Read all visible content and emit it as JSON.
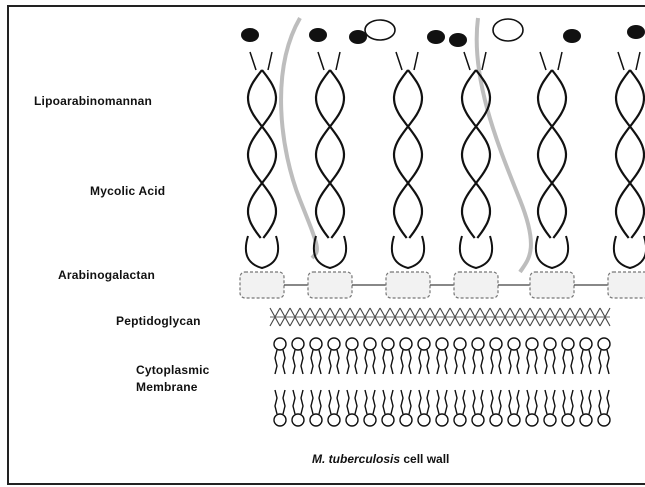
{
  "labels": {
    "lipoarabinomannan": "Lipoarabinomannan",
    "mycolic_acid": "Mycolic Acid",
    "arabinogalactan": "Arabinogalactan",
    "peptidoglycan": "Peptidoglycan",
    "cytoplasmic_membrane_line1": "Cytoplasmic",
    "cytoplasmic_membrane_line2": "Membrane"
  },
  "caption": {
    "species": "M. tuberculosis",
    "text": "cell wall"
  },
  "colors": {
    "ink": "#111111",
    "lam_strand": "#bdbdbd",
    "arabinogalactan_fill": "#f2f2f2",
    "background": "#ffffff"
  }
}
